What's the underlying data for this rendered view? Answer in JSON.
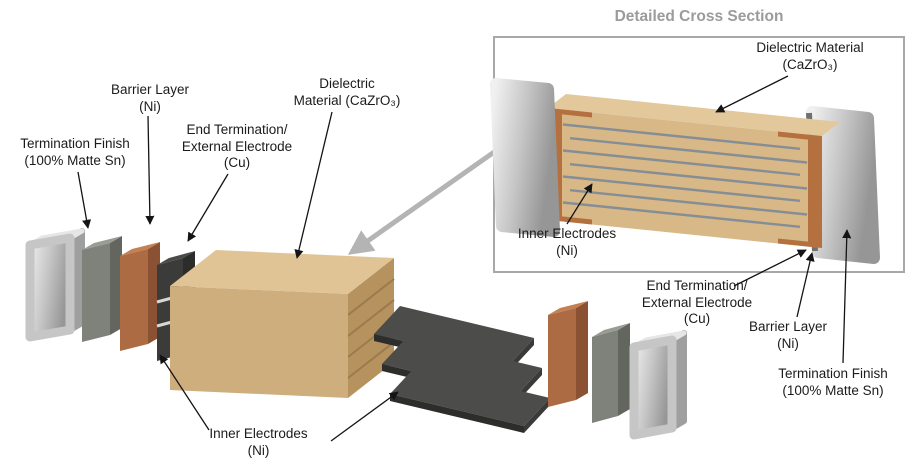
{
  "cross_section": {
    "title": "Detailed Cross Section",
    "dielectric": {
      "l1": "Dielectric Material",
      "l2": "(CaZrO₃)"
    },
    "inner_electrodes": {
      "l1": "Inner Electrodes",
      "l2": "(Ni)"
    },
    "end_termination": {
      "l1": "End Termination/",
      "l2": "External Electrode",
      "l3": "(Cu)"
    },
    "barrier": {
      "l1": "Barrier Layer",
      "l2": "(Ni)"
    },
    "termination_finish": {
      "l1": "Termination Finish",
      "l2": "(100% Matte Sn)"
    }
  },
  "exploded": {
    "termination_finish": {
      "l1": "Termination Finish",
      "l2": "(100% Matte Sn)"
    },
    "barrier": {
      "l1": "Barrier Layer",
      "l2": "(Ni)"
    },
    "end_termination": {
      "l1": "End Termination/",
      "l2": "External Electrode",
      "l3": "(Cu)"
    },
    "dielectric": {
      "l1": "Dielectric",
      "l2": "Material (CaZrO₃)"
    },
    "inner_electrodes": {
      "l1": "Inner Electrodes",
      "l2": "(Ni)"
    }
  },
  "colors": {
    "termination_finish_silver": "#c9c9c9",
    "barrier_gray": "#7f827a",
    "copper": "#ad6b44",
    "electrode_dark": "#3b3b39",
    "dielectric_tan": "#d9b888",
    "electrode_line_blue": "#7d8a96",
    "box_border": "#a8a8a8",
    "title_gray": "#9b9b9b",
    "overview_arrow_gray": "#b4b4b4"
  }
}
